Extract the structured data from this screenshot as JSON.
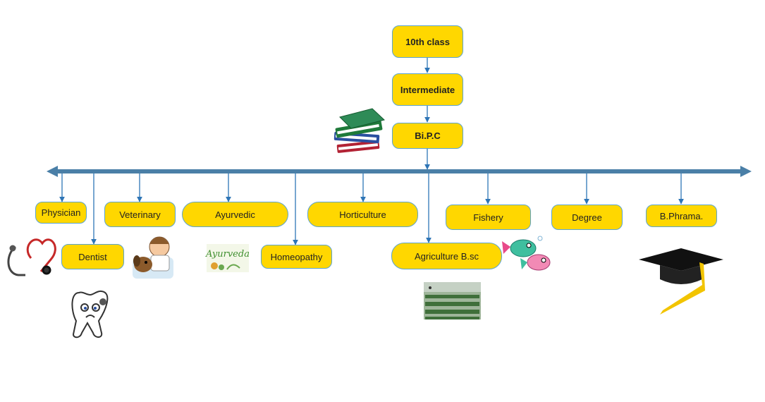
{
  "flow": {
    "tenth": "10th class",
    "intermediate": "Intermediate",
    "bipc": "Bi.P.C"
  },
  "careers": {
    "physician": "Physician",
    "dentist": "Dentist",
    "veterinary": "Veterinary",
    "ayurvedic": "Ayurvedic",
    "homeopathy": "Homeopathy",
    "horticulture": "Horticulture",
    "agriculture": "Agriculture B.sc",
    "fishery": "Fishery",
    "degree": "Degree",
    "bpharma": "B.Phrama."
  },
  "logos": {
    "ayurveda": "Ayurveda"
  },
  "colors": {
    "node_fill": "#FFD700",
    "node_border": "#5BA3D0",
    "connector": "#2E75B6",
    "timeline": "#4A7FA7"
  },
  "icons": [
    "books-icon",
    "stethoscope-icon",
    "tooth-icon",
    "veterinarian-icon",
    "ayurveda-logo",
    "farm-field-icon",
    "fish-icon",
    "graduation-cap-icon"
  ]
}
